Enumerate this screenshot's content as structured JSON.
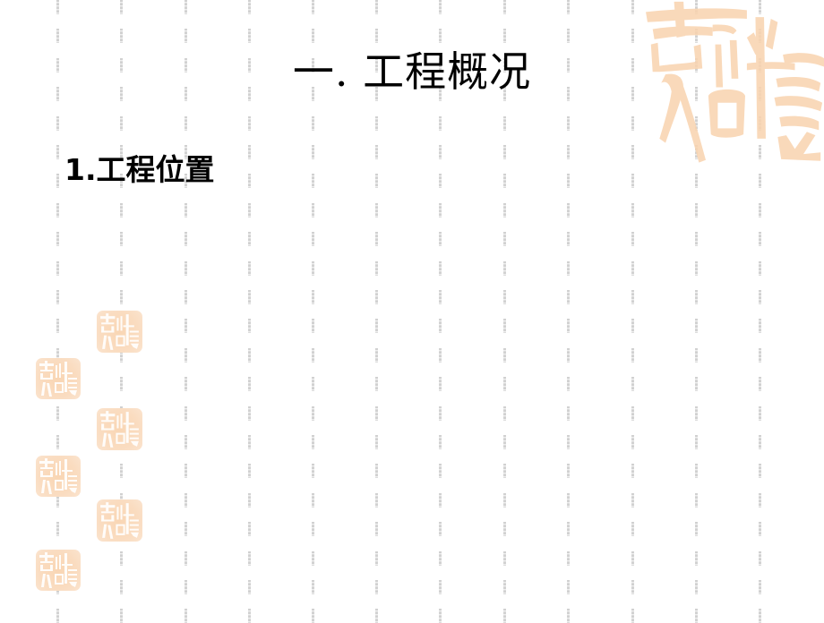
{
  "slide": {
    "title": "一. 工程概况",
    "subtitle": "1.工程位置"
  },
  "decorations": {
    "corner_seal_icon": "auspicious-seal-calligraphy",
    "small_seal_icon": "auspicious-seal-stamp",
    "seal_color": "#f9d4b0",
    "grid_dash_color": "#c8c8c8"
  }
}
